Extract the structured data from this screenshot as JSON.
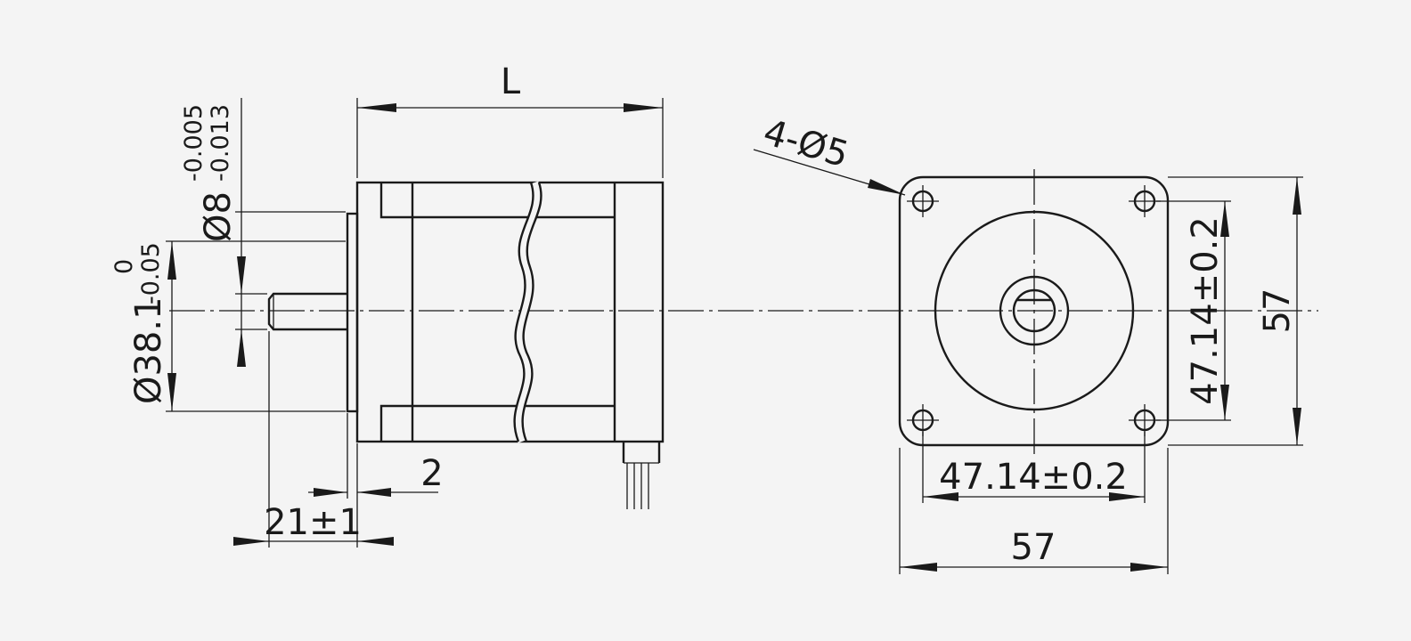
{
  "colors": {
    "background": "#f4f4f4",
    "ink": "#1a1a1a"
  },
  "side_view": {
    "length_label": "L",
    "shaft_diameter": {
      "symbol": "Ø8",
      "upper_tol": "-0.005",
      "lower_tol": "-0.013"
    },
    "boss_diameter": {
      "symbol": "Ø38.1",
      "upper_tol": "0",
      "lower_tol": "-0.05"
    },
    "boss_thickness_label": "2",
    "shaft_length_label": "21±1"
  },
  "front_view": {
    "holes_label": "4-Ø5",
    "hole_spacing_horizontal": "47.14±0.2",
    "hole_spacing_vertical": "47.14±0.2",
    "flange_width": "57",
    "flange_height": "57"
  }
}
